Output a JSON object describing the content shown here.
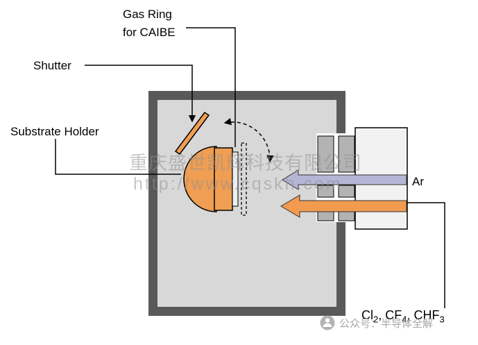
{
  "labels": {
    "gas_ring_line1": "Gas Ring",
    "gas_ring_line2": "for CAIBE",
    "shutter": "Shutter",
    "substrate_holder": "Substrate Holder",
    "ar": "Ar"
  },
  "gas_formula": {
    "parts": [
      {
        "t": "Cl",
        "sub": "2"
      },
      {
        "t": ", CF",
        "sub": "4"
      },
      {
        "t": ", CHF",
        "sub": "3"
      }
    ]
  },
  "watermark": {
    "line1": "重庆盛世凯辉科技有限公司",
    "line2": "http://www.cqskh.com"
  },
  "footer": {
    "text": "公众号：半导体全解"
  },
  "colors": {
    "holder_orange": "#ef9e53",
    "arrow_orange": "#f19a50",
    "arrow_lavender": "#b5b5d6",
    "chamber_wall": "#58595b",
    "chamber_interior": "#d8d8d8",
    "grid_gray": "#b3b3b3",
    "source_body": "#f2f2f2"
  }
}
